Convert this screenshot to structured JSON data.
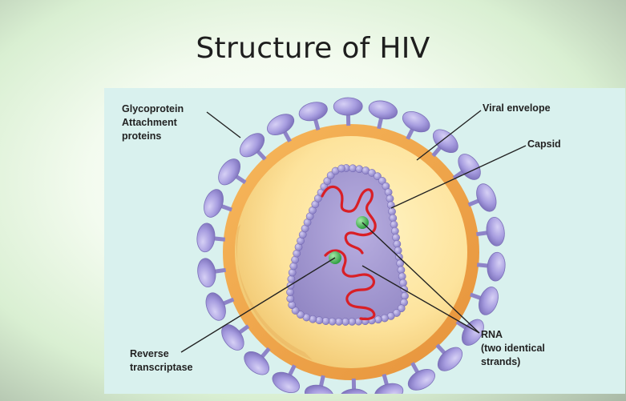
{
  "slide": {
    "title": "Structure of HIV"
  },
  "diagram": {
    "labels": {
      "glycoprotein": "Glycoprotein",
      "attachment": "Attachment",
      "proteins": "proteins",
      "viral_envelope": "Viral envelope",
      "capsid": "Capsid",
      "reverse": "Reverse",
      "transcriptase": "transcriptase",
      "rna": "RNA",
      "rna_sub1": "(two identical",
      "rna_sub2": "strands)"
    },
    "colors": {
      "panel": "#d9f1ee",
      "envelope": "#f2a94e",
      "interior": "#fde5a0",
      "capsid": "#9f95cf",
      "glycoprotein": "#a89ee0",
      "rna": "#d91f26",
      "enzyme": "#3bb34a"
    }
  }
}
